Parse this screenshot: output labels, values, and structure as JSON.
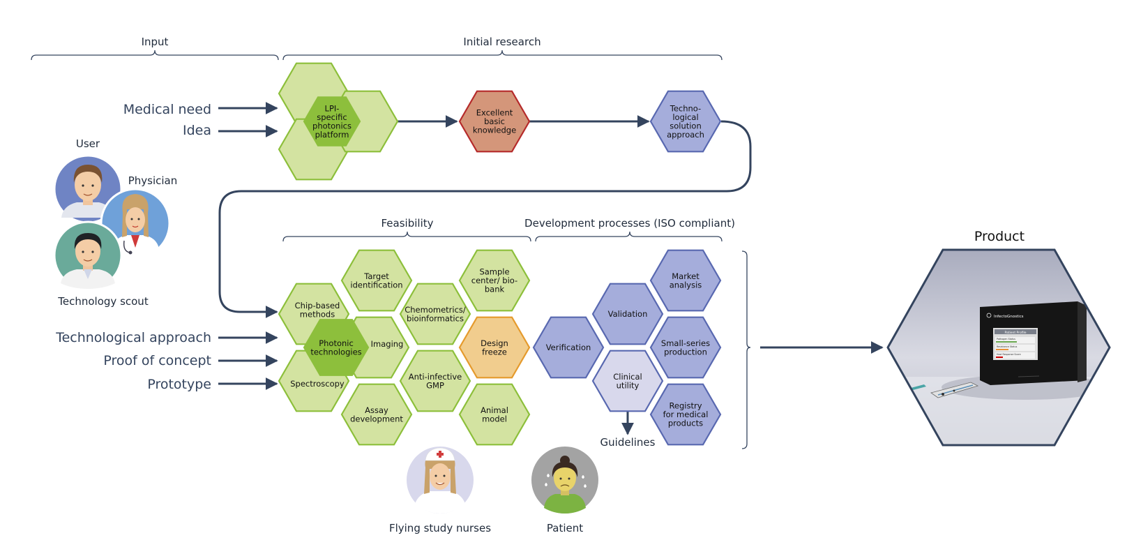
{
  "sections": {
    "input": "Input",
    "initial_research": "Initial research",
    "feasibility": "Feasibility",
    "development": "Development processes (ISO compliant)",
    "product": "Product"
  },
  "inputs_top": [
    "Medical need",
    "Idea"
  ],
  "inputs_bottom": [
    "Technological approach",
    "Proof of concept",
    "Prototype"
  ],
  "people": {
    "user": "User",
    "physician": "Physician",
    "scout": "Technology scout",
    "nurses": "Flying study nurses",
    "patient": "Patient"
  },
  "hexes": {
    "lpi": [
      "LPI-",
      "specific",
      "photonics",
      "platform"
    ],
    "excellent": [
      "Excellent",
      "basic",
      "knowledge"
    ],
    "techno": [
      "Techno-",
      "logical",
      "solution",
      "approach"
    ],
    "target": [
      "Target",
      "identification"
    ],
    "chip": [
      "Chip-based",
      "methods"
    ],
    "photonic": [
      "Photonic",
      "technologies"
    ],
    "imaging": [
      "Imaging"
    ],
    "spectroscopy": [
      "Spectroscopy"
    ],
    "assay": [
      "Assay",
      "development"
    ],
    "chemometrics": [
      "Chemometrics/",
      "bioinformatics"
    ],
    "antiinfective": [
      "Anti-infective",
      "GMP"
    ],
    "sample": [
      "Sample",
      "center/ bio-",
      "bank"
    ],
    "design": [
      "Design",
      "freeze"
    ],
    "animal": [
      "Animal",
      "model"
    ],
    "verification": [
      "Verification"
    ],
    "validation": [
      "Validation"
    ],
    "clinical": [
      "Clinical",
      "utility"
    ],
    "market": [
      "Market",
      "analysis"
    ],
    "smallseries": [
      "Small-series",
      "production"
    ],
    "registry": [
      "Registry",
      "for medical",
      "products"
    ]
  },
  "guidelines": "Guidelines",
  "device": {
    "brand": "InfectoGnostics",
    "screen_title": "Patient Profile",
    "rows": [
      "Pathogen Status",
      "Resistance Status",
      "Host Response Score"
    ]
  },
  "colors": {
    "green_fill": "#d3e3a1",
    "green_stroke": "#8cbf3a",
    "green_dark": "#8dbf3c",
    "red_fill": "#d4967a",
    "red_stroke": "#b52a2a",
    "blue_fill": "#a5addb",
    "blue_stroke": "#5868b0",
    "lavender_fill": "#d8d8ec",
    "orange_fill": "#f1cd8e",
    "orange_stroke": "#e59a2c",
    "navy": "#34445e"
  }
}
